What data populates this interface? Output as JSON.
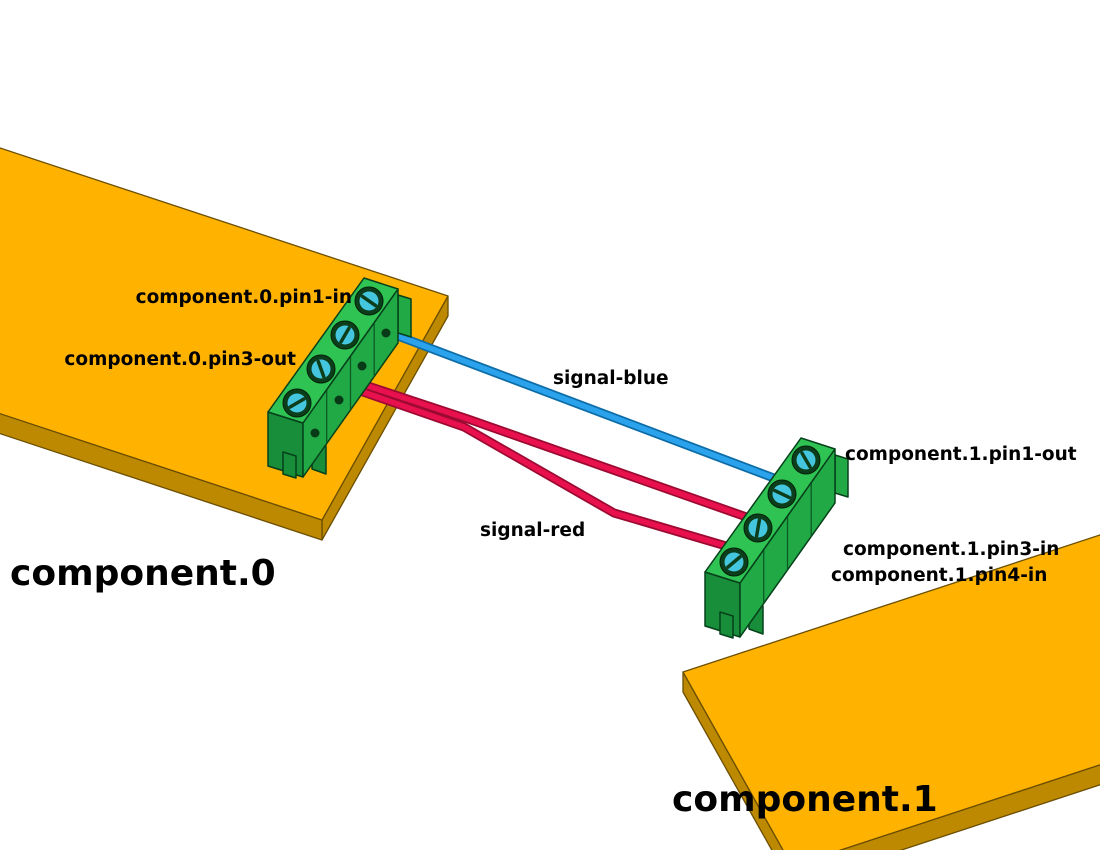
{
  "colors": {
    "background": "#ffffff",
    "board_top": "#FFB300",
    "board_side": "#BD8900",
    "connector_top": "#2EC353",
    "connector_front": "#21A946",
    "connector_side": "#188D3A",
    "screw_ring": "#0C3E1B",
    "screw_face": "#45C6DF",
    "label_color": "#000000"
  },
  "boards": {
    "component0": {
      "label": "component.0"
    },
    "component1": {
      "label": "component.1"
    }
  },
  "pin_labels": {
    "comp0_pin1_in": "component.0.pin1-in",
    "comp0_pin3_out": "component.0.pin3-out",
    "comp1_pin1_out": "component.1.pin1-out",
    "comp1_pin3_in": "component.1.pin3-in",
    "comp1_pin4_in": "component.1.pin4-in"
  },
  "signals": {
    "blue": {
      "label": "signal-blue",
      "color": "#2BA3EC"
    },
    "red": {
      "label": "signal-red",
      "color": "#E8114E"
    }
  }
}
